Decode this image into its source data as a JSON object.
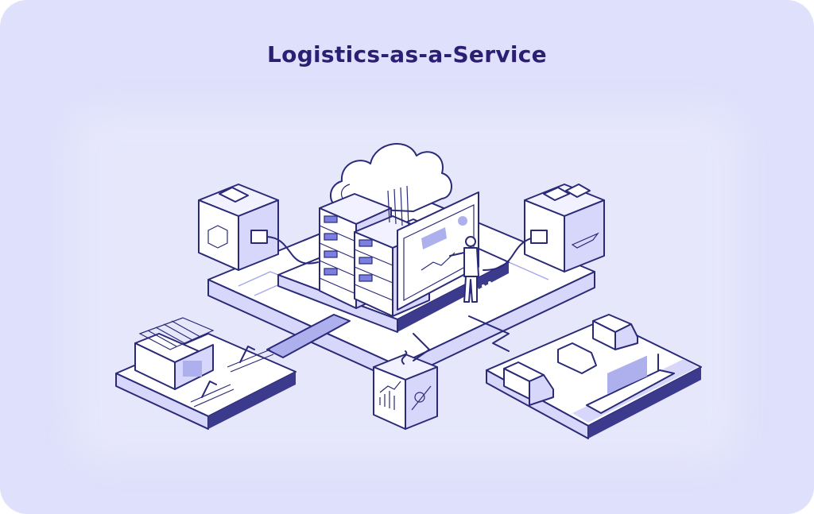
{
  "title": "Logistics-as-a-Service",
  "colors": {
    "background": "#dfe0fb",
    "title": "#2c1f73",
    "line": "#2a2a78",
    "accent": "#7b7fe0",
    "surface": "#f4f4ff",
    "shadow": "#b9bbf2"
  },
  "scene": {
    "center": {
      "label": "cloud-data-center",
      "elements": [
        "cloud",
        "server-racks",
        "dashboard-screen",
        "analyst-person"
      ]
    },
    "modules": [
      {
        "id": "warehouse-cube",
        "icons": [
          "warehouse",
          "stacked-boxes",
          "plug-connector"
        ]
      },
      {
        "id": "transport-cube",
        "icons": [
          "truck",
          "van",
          "cargo-ship",
          "plug-connector"
        ]
      },
      {
        "id": "analytics-cube",
        "icons": [
          "bar-chart",
          "magnifier-trend",
          "pipe"
        ]
      }
    ],
    "platforms": [
      {
        "id": "fulfillment-platform",
        "icons": [
          "warehouse",
          "robotic-arm",
          "robotic-arm",
          "conveyor-belt",
          "boxes"
        ]
      },
      {
        "id": "fleet-platform",
        "icons": [
          "box-truck",
          "delivery-van",
          "container-truck",
          "container-ship",
          "water-dock"
        ]
      }
    ]
  }
}
